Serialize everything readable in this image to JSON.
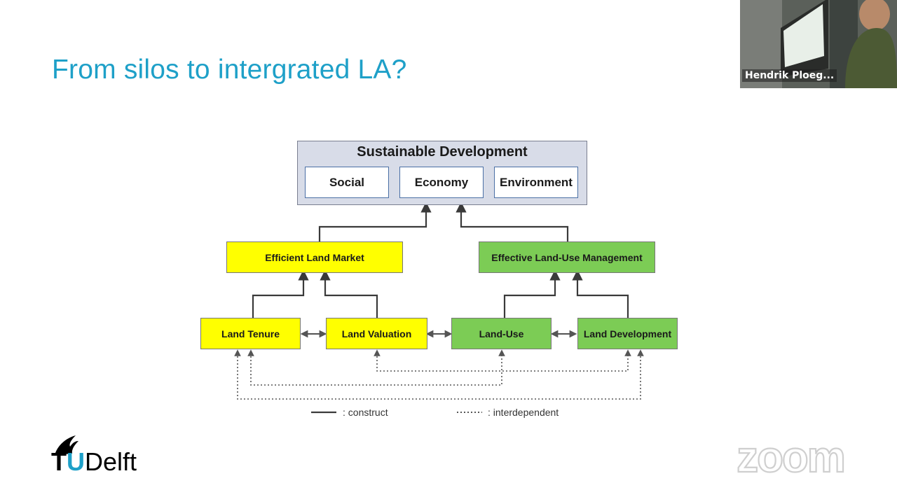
{
  "slide": {
    "title": "From silos to intergrated LA?"
  },
  "diagram": {
    "sustainable_development": "Sustainable Development",
    "pillars": [
      "Social",
      "Economy",
      "Environment"
    ],
    "efficient_land_market": "Efficient Land Market",
    "effective_land_use_management": "Effective Land-Use Management",
    "land_tenure": "Land Tenure",
    "land_valuation": "Land Valuation",
    "land_use": "Land-Use",
    "land_development": "Land Development",
    "legend_construct": ": construct",
    "legend_interdependent": ": interdependent"
  },
  "video": {
    "participant_name": "Hendrik Ploeg..."
  },
  "branding": {
    "tu_prefix": "T",
    "tu_u": "U",
    "tu_suffix": "Delft",
    "zoom_word": "zoom"
  },
  "colors": {
    "title": "#1ea0c8",
    "yellow_box": "#ffff00",
    "green_box": "#7ccc55",
    "sd_panel": "#d8dce8"
  }
}
